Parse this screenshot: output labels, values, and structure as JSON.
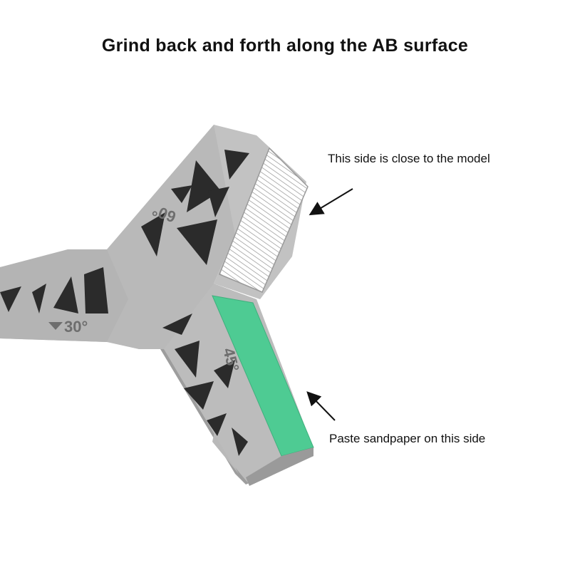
{
  "title": "Grind back and forth along the AB surface",
  "callouts": {
    "top": "This side is close to the model",
    "bottom": "Paste sandpaper on this side"
  },
  "angle_marks": {
    "a30": "30°",
    "a45": "45°",
    "a60": "60°"
  },
  "colors": {
    "tool_body": "#b7b7b7",
    "tool_top_face": "#c4c4c4",
    "tool_side": "#9a9a9a",
    "cutouts": "#2b2b2b",
    "sandpaper": "#4ecb93",
    "hatched_face": "#ffffff",
    "arrows": "#111111"
  }
}
